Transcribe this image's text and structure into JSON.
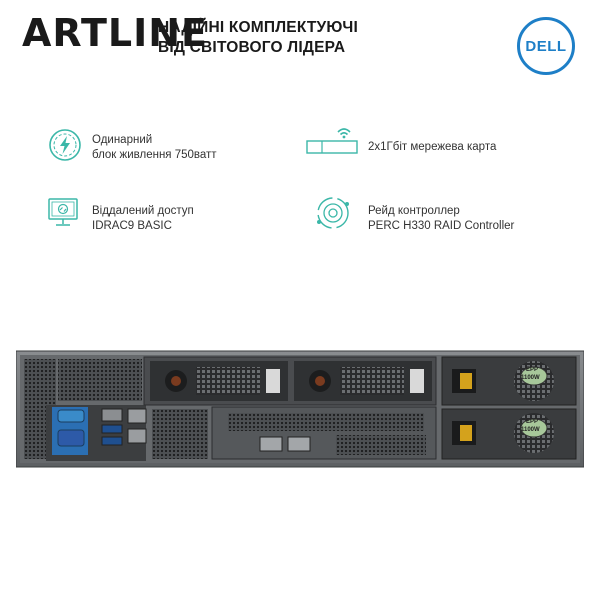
{
  "header": {
    "logo_text": "ARTLINE",
    "tagline_line1": "НАДІЙНІ КОМПЛЕКТУЮЧІ",
    "tagline_line2": "ВІД СВІТОВОГО ЛІДЕРА",
    "brand_badge": "DELL"
  },
  "features": {
    "psu": {
      "line1": "Одинарний",
      "line2": "блок живлення 750ватт",
      "icon": "power-bolt-icon"
    },
    "nic": {
      "line1": "2x1Гбіт мережева карта",
      "icon": "wifi-card-icon"
    },
    "remote": {
      "line1": "Віддалений доступ",
      "line2": "IDRAC9 BASIC",
      "icon": "remote-monitor-icon"
    },
    "raid": {
      "line1": "Рейд контроллер",
      "line2": "PERC H330 RAID Controller",
      "icon": "raid-controller-icon"
    }
  },
  "server": {
    "psu_label_top": "EPP",
    "psu_label_power": "1100W"
  },
  "colors": {
    "accent": "#3bb7a8",
    "brand_blue": "#1e7fc7",
    "chassis": "#5a5d60"
  }
}
